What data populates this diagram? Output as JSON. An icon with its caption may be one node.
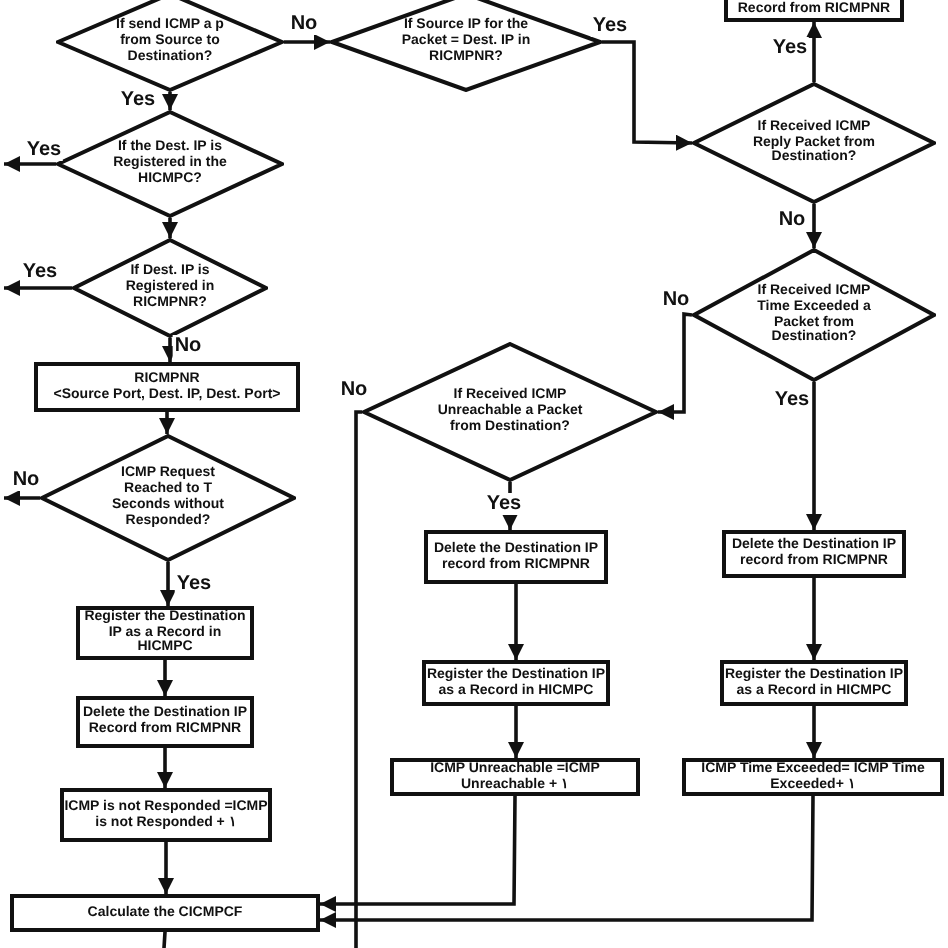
{
  "diagram": {
    "nodes": [
      {
        "text": [
          "If send ICMP a p from Source to Destination?"
        ]
      },
      {
        "text": [
          "If Source IP for the Packet = Dest. IP in RICMPNR?"
        ]
      },
      {
        "text": [
          "Record  from RICMPNR"
        ]
      },
      {
        "text": [
          "If the Dest. IP is Registered in the HICMPC?"
        ]
      },
      {
        "text": [
          "If Dest. IP is Registered in RICMPNR?"
        ]
      },
      {
        "text": [
          "RICMPNR",
          "<Source Port, Dest. IP, Dest. Port>"
        ]
      },
      {
        "text": [
          "ICMP Request Reached to T Seconds without Responded?"
        ]
      },
      {
        "text": [
          "Register the Destination IP as a Record in HICMPC"
        ]
      },
      {
        "text": [
          "Delete the Destination IP Record  from RICMPNR"
        ]
      },
      {
        "text": [
          "ICMP is not Responded =ICMP is not Responded + ١"
        ]
      },
      {
        "text": [
          "Calculate the CICMPCF"
        ]
      },
      {
        "text": [
          "If Received ICMP Reply Packet from Destination?"
        ]
      },
      {
        "text": [
          "If Received ICMP Time Exceeded a Packet from Destination?"
        ]
      },
      {
        "text": [
          "If Received ICMP Unreachable a Packet from Destination?"
        ]
      },
      {
        "text": [
          "Delete the Destination IP record  from RICMPNR"
        ]
      },
      {
        "text": [
          "Register the Destination IP as a Record in HICMPC"
        ]
      },
      {
        "text": [
          "ICMP Unreachable =ICMP Unreachable + ١"
        ]
      },
      {
        "text": [
          "Delete the Destination IP record  from RICMPNR"
        ]
      },
      {
        "text": [
          "Register the Destination IP as a Record in HICMPC"
        ]
      },
      {
        "text": [
          "ICMP Time Exceeded= ICMP Time Exceeded+ ١"
        ]
      }
    ],
    "edges": [
      {
        "from": 0,
        "to": 1,
        "arrow": "to",
        "label": "No"
      },
      {
        "from": 0,
        "to": 3,
        "arrow": "to",
        "label": "Yes"
      },
      {
        "from": 1,
        "to": 11,
        "arrow": "to",
        "label": "Yes"
      },
      {
        "from": 11,
        "to": 2,
        "arrow": "to",
        "label": "Yes"
      },
      {
        "from": 11,
        "to": 12,
        "arrow": "to",
        "label": "No"
      },
      {
        "from": 12,
        "to": 13,
        "arrow": "to",
        "label": "No"
      },
      {
        "from": 12,
        "to": 17,
        "arrow": "to",
        "label": "Yes"
      },
      {
        "from": 13,
        "to": 14,
        "arrow": "to",
        "label": "Yes"
      },
      {
        "from": 13,
        "to": null,
        "arrow": "none",
        "label": "No"
      },
      {
        "from": 3,
        "to": null,
        "arrow": "to",
        "label": "Yes"
      },
      {
        "from": 3,
        "to": 4,
        "arrow": "to"
      },
      {
        "from": 4,
        "to": null,
        "arrow": "to",
        "label": "Yes"
      },
      {
        "from": 4,
        "to": 5,
        "arrow": "to",
        "label": "No"
      },
      {
        "from": 5,
        "to": 6,
        "arrow": "to"
      },
      {
        "from": 6,
        "to": null,
        "arrow": "to",
        "label": "No"
      },
      {
        "from": 6,
        "to": 7,
        "arrow": "to",
        "label": "Yes"
      },
      {
        "from": 7,
        "to": 8,
        "arrow": "to"
      },
      {
        "from": 8,
        "to": 9,
        "arrow": "to"
      },
      {
        "from": 9,
        "to": 10,
        "arrow": "to"
      },
      {
        "from": 14,
        "to": 15,
        "arrow": "to"
      },
      {
        "from": 15,
        "to": 16,
        "arrow": "to"
      },
      {
        "from": 16,
        "to": 10,
        "arrow": "to"
      },
      {
        "from": 17,
        "to": 18,
        "arrow": "to"
      },
      {
        "from": 18,
        "to": 19,
        "arrow": "to"
      },
      {
        "from": 19,
        "to": 10,
        "arrow": "to"
      },
      {
        "from": 10,
        "to": null,
        "arrow": "none"
      }
    ]
  }
}
